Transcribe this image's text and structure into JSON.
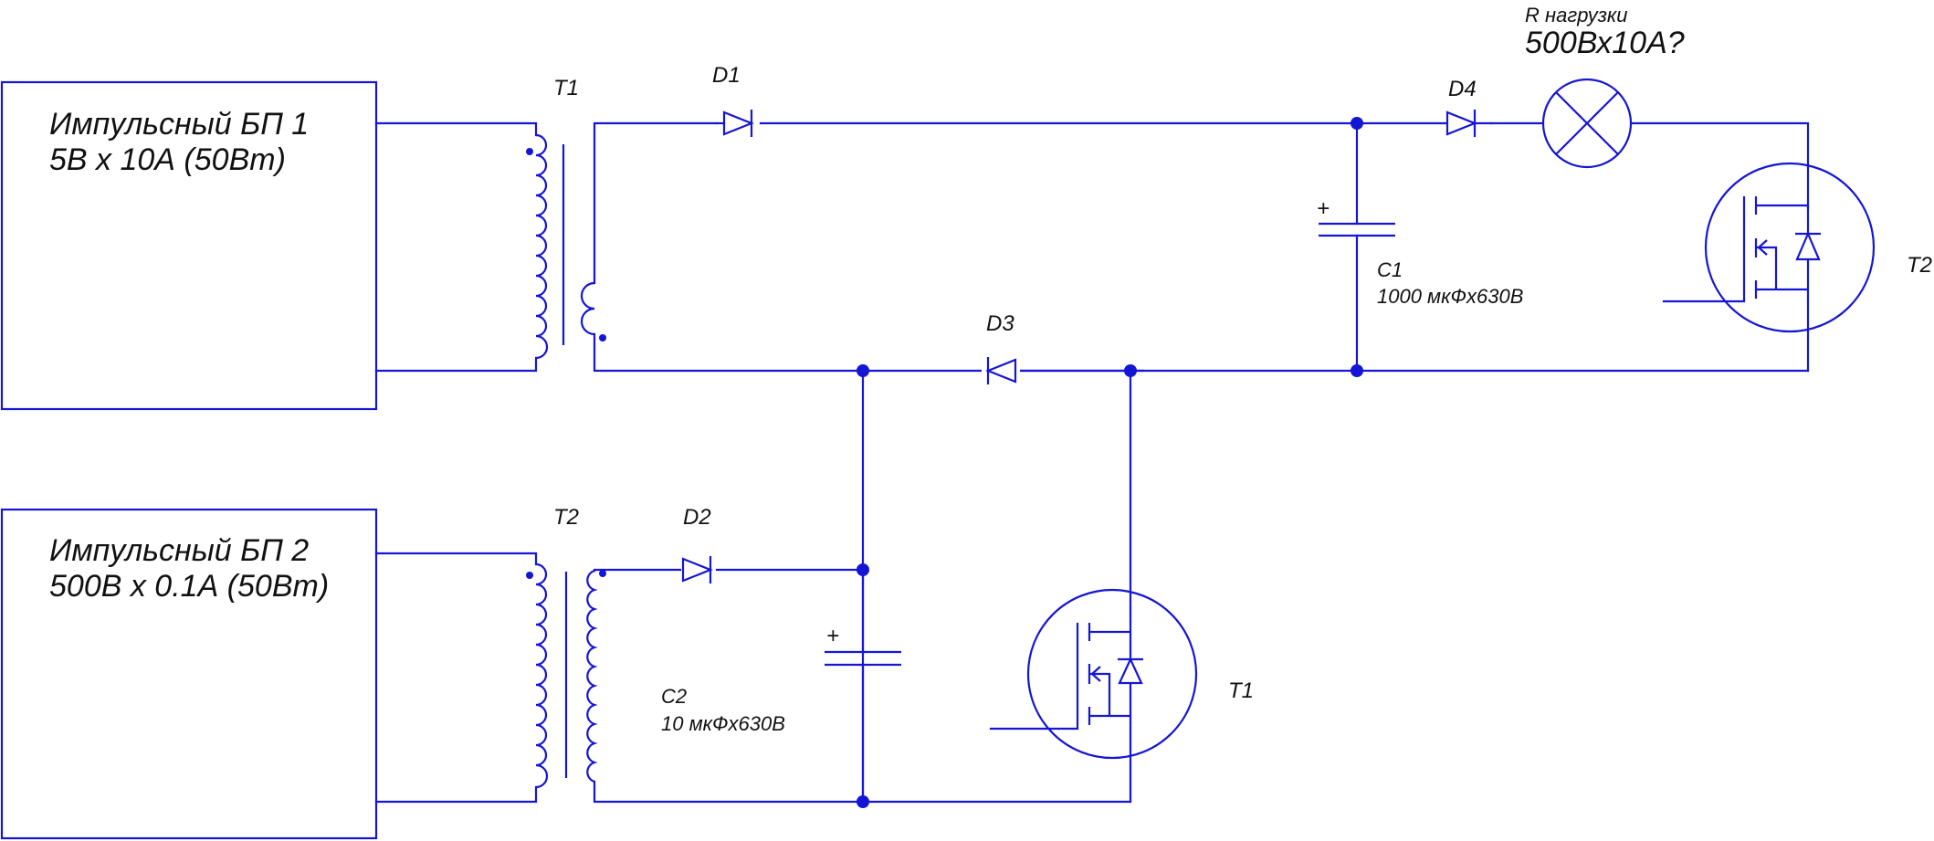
{
  "colors": {
    "wire": "#1515d6",
    "ink": "#111111",
    "background": "#ffffff"
  },
  "psu1": {
    "title": "Импульсный БП 1",
    "rating": "5В х 10А (50Вт)"
  },
  "psu2": {
    "title": "Импульсный БП 2",
    "rating": "500В х 0.1А (50Вт)"
  },
  "transformers": {
    "top": "T1",
    "bottom": "T2"
  },
  "diodes": {
    "d1": "D1",
    "d2": "D2",
    "d3": "D3",
    "d4": "D4"
  },
  "capacitors": {
    "c1": {
      "name": "C1",
      "value": "1000 мкФх630В"
    },
    "c2": {
      "name": "C2",
      "value": "10 мкФх630В"
    }
  },
  "transistors": {
    "bottom": "T1",
    "right": "T2"
  },
  "load": {
    "name": "R нагрузки",
    "rating": "500Вх10А?"
  },
  "polarity_mark": "+"
}
